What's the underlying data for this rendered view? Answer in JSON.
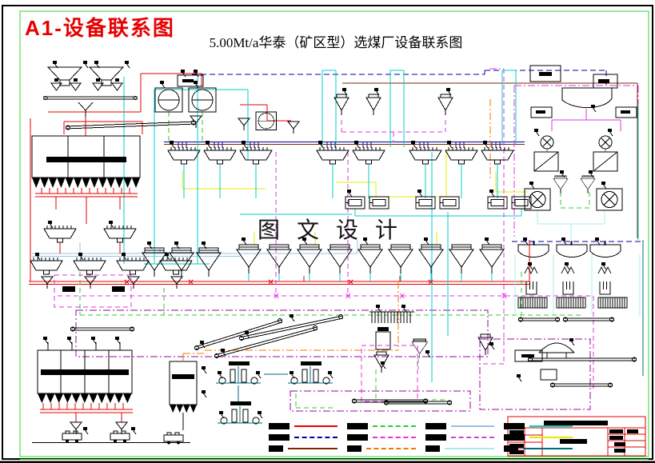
{
  "frame": {
    "sheet_label": "A1-设备联系图",
    "title": "5.00Mt/a华泰（矿区型）选煤厂设备联系图",
    "watermark": "图 文 设 计"
  },
  "colors": {
    "black": "#000000",
    "red": "#e60000",
    "frame-green": "#2fd42f",
    "cyan": "#00cfcf",
    "green": "#2ecc2e",
    "magenta": "#e333e3",
    "purple": "#a100a1",
    "navy": "#0000a0",
    "maroon": "#7c2800",
    "orange": "#f07800",
    "yellow": "#e8e800",
    "lightsteel": "#9fc0dd",
    "palecyan": "#a8eded",
    "teal": "#006b7d"
  },
  "legend": {
    "items": [
      {
        "name": "red-solid",
        "color": "#e60000",
        "style": "solid"
      },
      {
        "name": "navy-dashed",
        "color": "#0000a0",
        "style": "dashed"
      },
      {
        "name": "maroon-solid",
        "color": "#7c2800",
        "style": "solid"
      },
      {
        "name": "green-dashed",
        "color": "#2ecc2e",
        "style": "dashed"
      },
      {
        "name": "magenta-dashed",
        "color": "#e333e3",
        "style": "dashed"
      },
      {
        "name": "orange-dashdot",
        "color": "#f07800",
        "style": "dashdot"
      },
      {
        "name": "lightsteel-solid",
        "color": "#9fc0dd",
        "style": "solid"
      },
      {
        "name": "violet-dashdot",
        "color": "#cc44dd",
        "style": "dashdot"
      },
      {
        "name": "palecyan-solid",
        "color": "#a8eded",
        "style": "solid"
      },
      {
        "name": "cyan-solid",
        "color": "#00cfcf",
        "style": "solid"
      },
      {
        "name": "yellow-solid",
        "color": "#e8e800",
        "style": "solid"
      },
      {
        "name": "teal-solid",
        "color": "#006b7d",
        "style": "solid"
      }
    ]
  }
}
